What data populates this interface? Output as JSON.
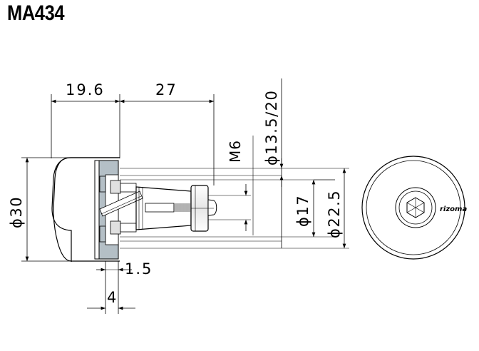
{
  "title": "MA434",
  "dimensions": {
    "cap_length": "19.6",
    "body_length": "27",
    "bar_inner_dia": "ϕ13.5/20",
    "thread": "M6",
    "dia_17": "ϕ17",
    "dia_22_5": "ϕ22.5",
    "dia_30": "ϕ30",
    "flange": "1.5",
    "collar": "4"
  },
  "logo_text": "rizoma",
  "colors": {
    "line": "#000000",
    "gray_section": "#b4bfc6",
    "shading": "#d8d8d8"
  }
}
